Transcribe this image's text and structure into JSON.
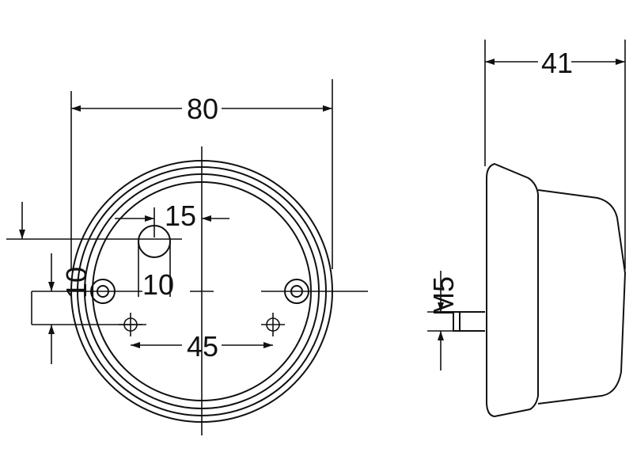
{
  "title": "Round lamp dimension drawing",
  "dimensions": {
    "overall_diameter": "80",
    "hole_offset": "15",
    "hole_height": "10",
    "left_offset": "10",
    "mount_spacing": "45",
    "depth": "41",
    "thread": "M5"
  }
}
